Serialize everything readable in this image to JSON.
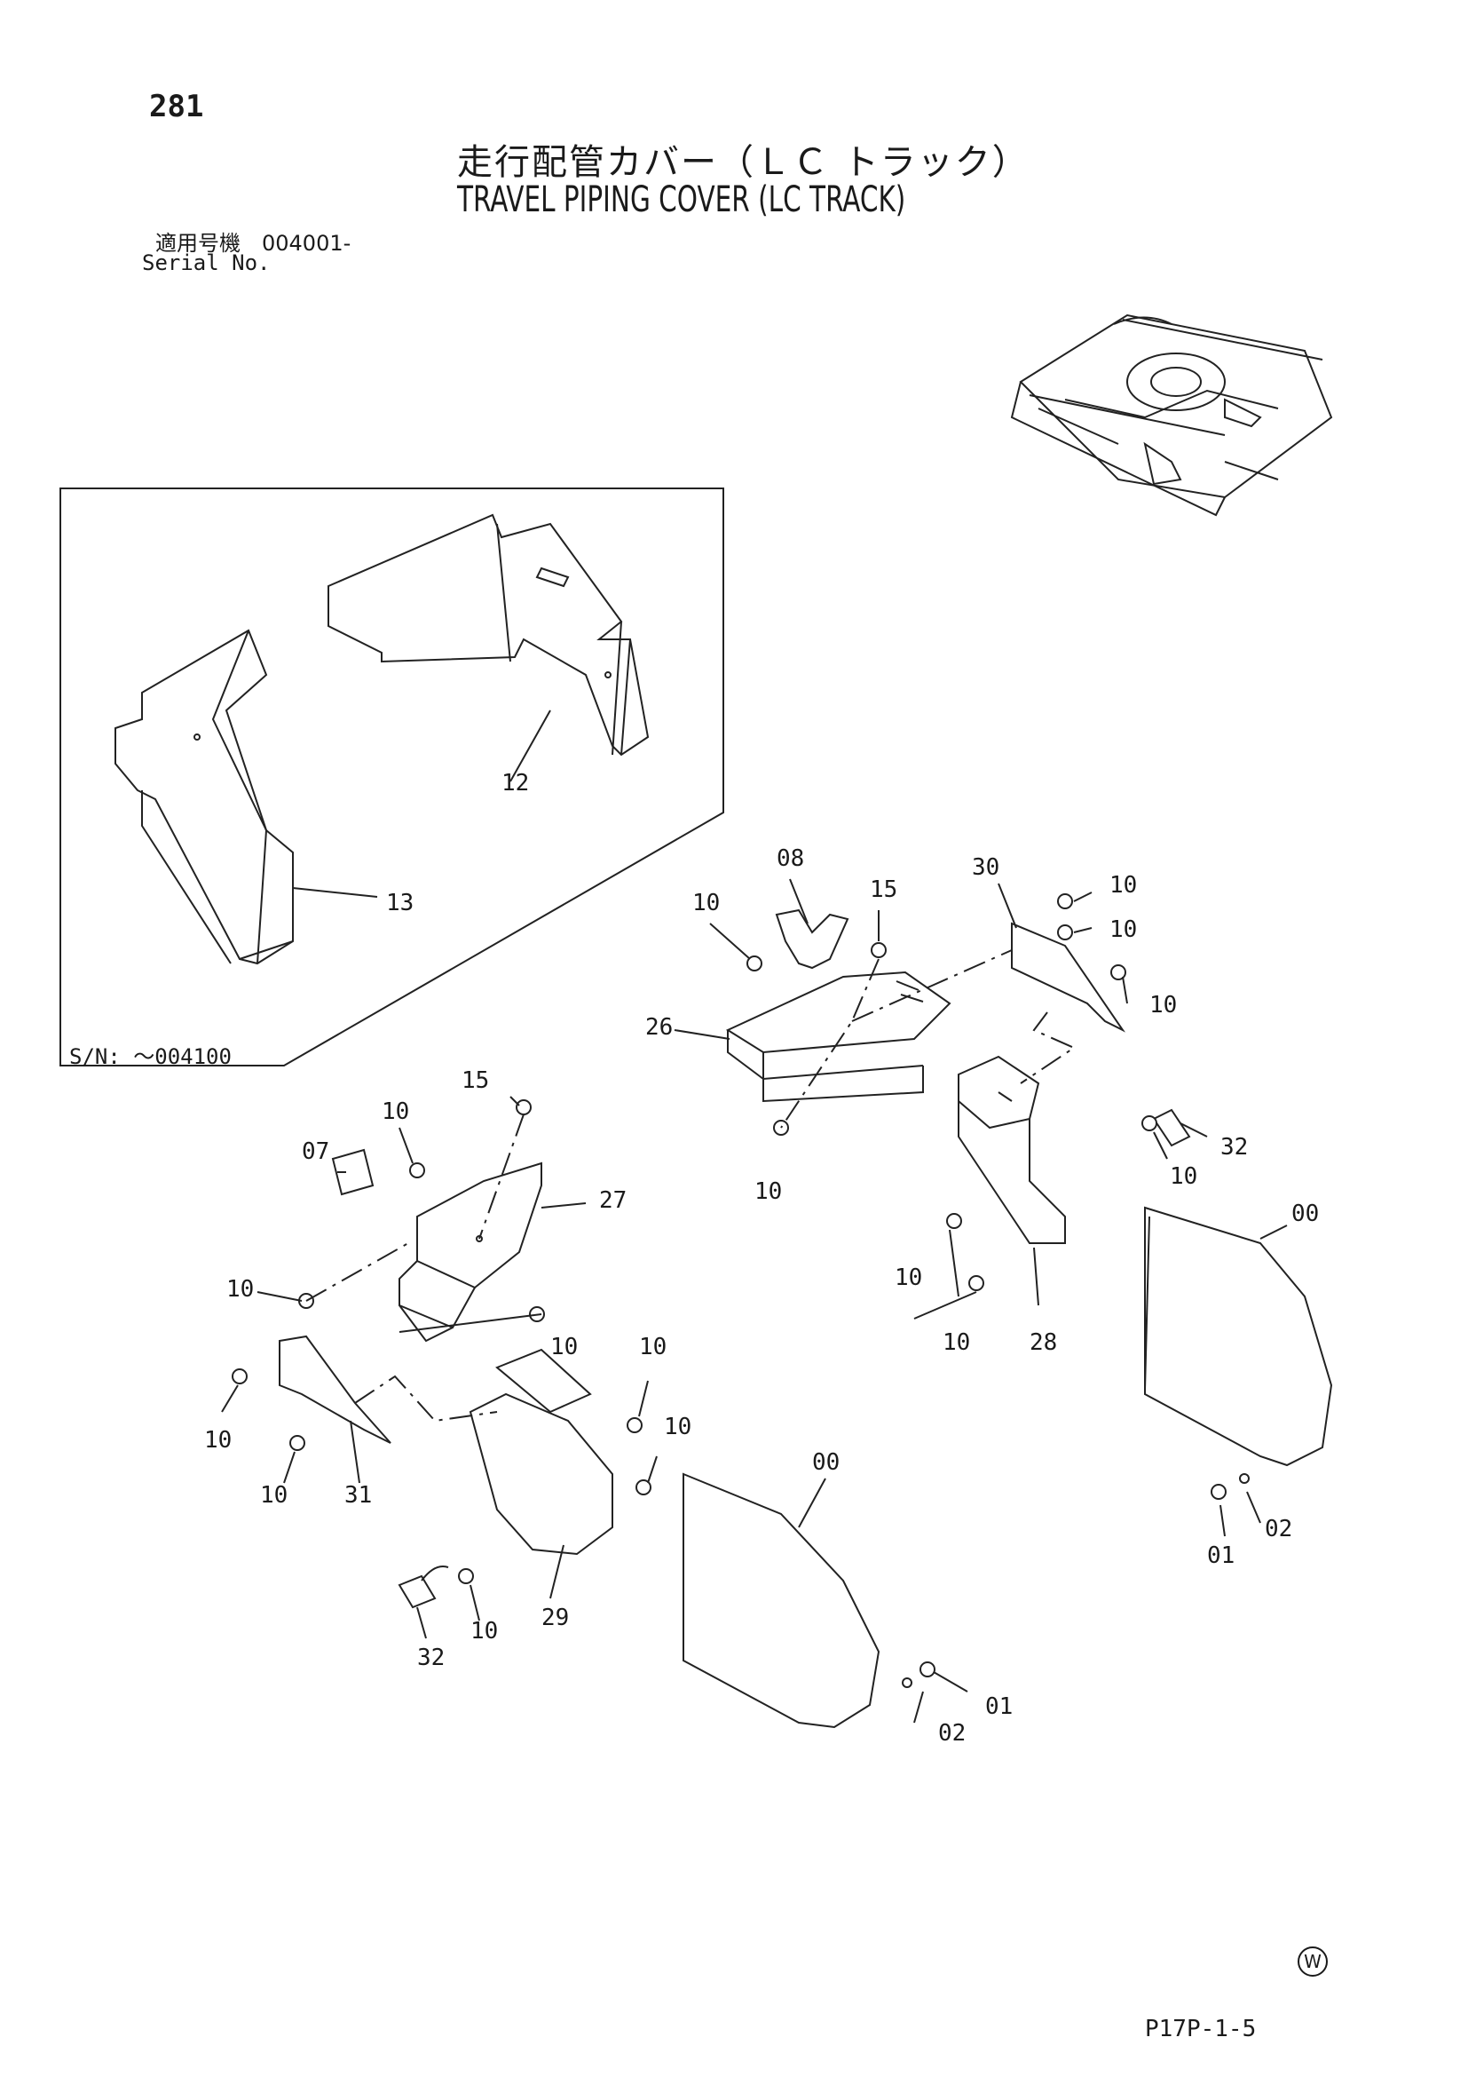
{
  "header": {
    "page_number": "281",
    "title_ja": "走行配管カバー（ＬＣ トラック）",
    "title_en": "TRAVEL PIPING COVER (LC TRACK)",
    "serial_label_ja": "適用号機　004001-",
    "serial_label_en": "Serial No."
  },
  "inset": {
    "serial_range": "S/N: ～004100",
    "callouts": [
      "12",
      "13"
    ]
  },
  "callouts": {
    "c12": "12",
    "c13": "13",
    "c08": "08",
    "c15a": "15",
    "c30": "30",
    "c10a": "10",
    "c10b": "10",
    "c10c": "10",
    "c10d": "10",
    "c26": "26",
    "c10e": "10",
    "c32a": "32",
    "c10f": "10",
    "c00a": "00",
    "c15b": "15",
    "c10g": "10",
    "c07": "07",
    "c27": "27",
    "c10h": "10",
    "c10i": "10",
    "c10j": "10",
    "c10k": "10",
    "c10l": "10",
    "c31": "31",
    "c10m": "10",
    "c10n": "10",
    "c28": "28",
    "c10o": "10",
    "c00b": "00",
    "c01a": "01",
    "c02a": "02",
    "c29": "29",
    "c32b": "32",
    "c10p": "10",
    "c01b": "01",
    "c02b": "02"
  },
  "footer": {
    "w_mark": "W",
    "page_code": "P17P-1-5"
  },
  "icons": [
    "undercarriage-locator-icon"
  ]
}
